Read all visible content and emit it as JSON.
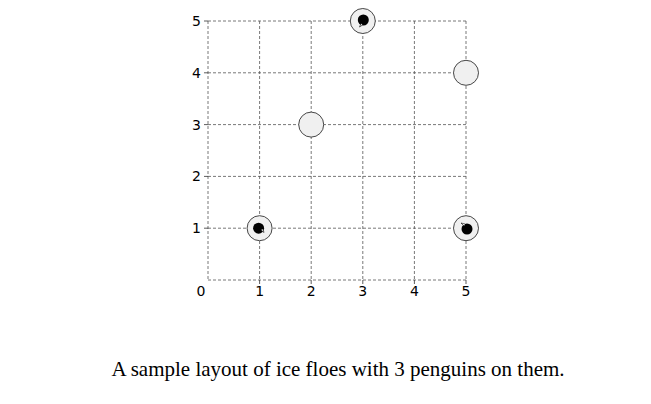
{
  "diagram": {
    "caption": "A sample layout of ice floes with 3 penguins on them.",
    "labels": [
      "5",
      "4",
      "3",
      "2",
      "1",
      "0",
      "1",
      "2",
      "3",
      "4",
      "5"
    ]
  }
}
